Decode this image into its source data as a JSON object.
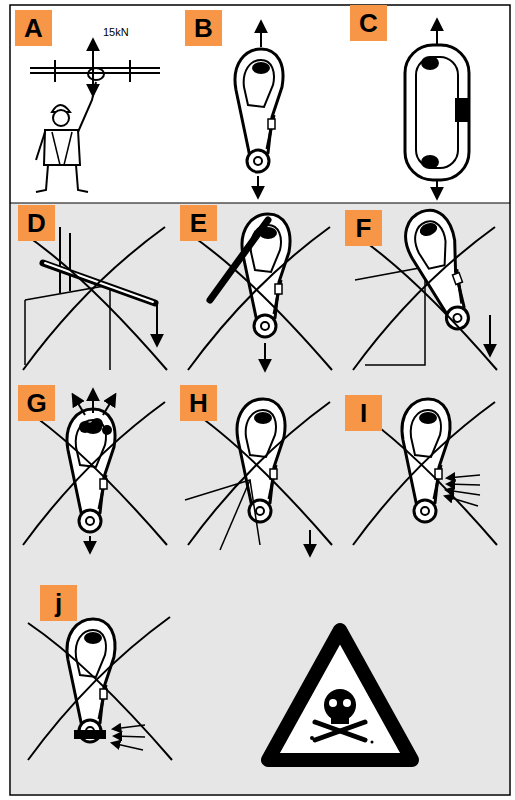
{
  "diagram": {
    "nodes": [
      {
        "text": [
          "A"
        ]
      },
      {
        "text": [
          "B"
        ]
      },
      {
        "text": [
          "C"
        ]
      },
      {
        "text": [
          "D"
        ]
      },
      {
        "text": [
          "E"
        ]
      },
      {
        "text": [
          "F"
        ]
      },
      {
        "text": [
          "G"
        ]
      },
      {
        "text": [
          "H"
        ]
      },
      {
        "text": [
          "I"
        ]
      },
      {
        "text": [
          "j"
        ]
      }
    ],
    "labels": [
      "15kN"
    ]
  }
}
